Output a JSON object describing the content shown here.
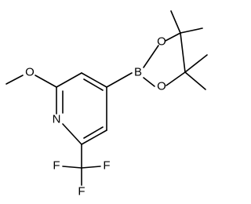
{
  "molecule": {
    "atoms": {
      "oxygen_methoxy": "O",
      "nitrogen": "N",
      "boron": "B",
      "oxygen_ring_top": "O",
      "oxygen_ring_bottom": "O",
      "fluorine_left": "F",
      "fluorine_right": "F",
      "fluorine_bottom": "F"
    }
  }
}
